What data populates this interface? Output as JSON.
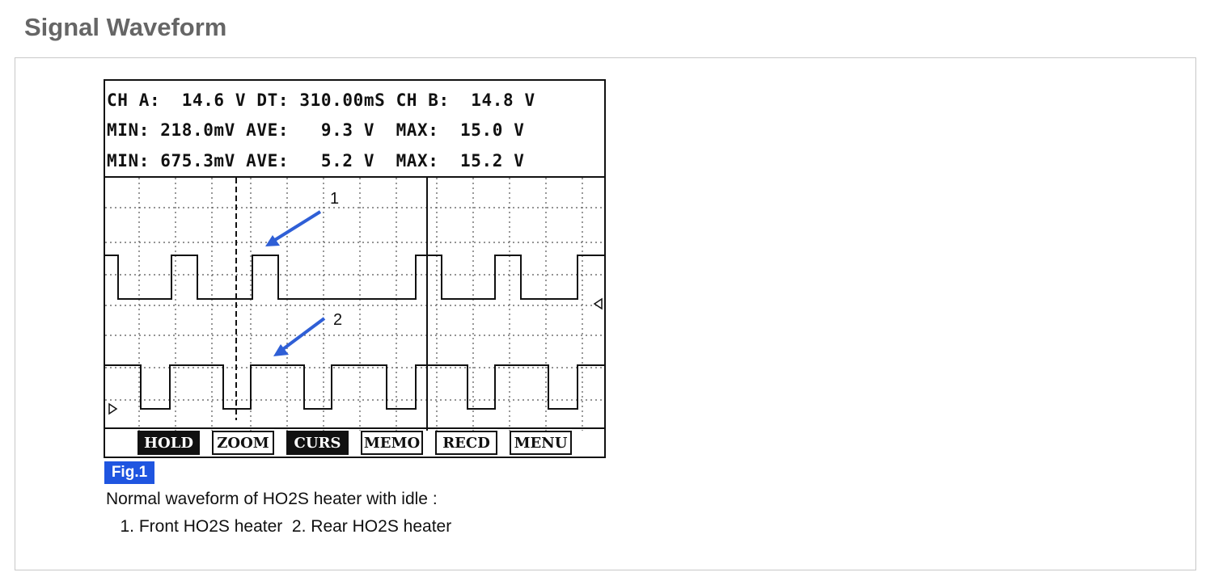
{
  "page": {
    "title": "Signal Waveform"
  },
  "scope": {
    "readout": {
      "line1": "CH A:  14.6 V DT: 310.00mS CH B:  14.8 V",
      "line2": "MIN: 218.0mV AVE:   9.3 V  MAX:  15.0 V",
      "line3": "MIN: 675.3mV AVE:   5.2 V  MAX:  15.2 V"
    },
    "annotations": {
      "arrow1": "1",
      "arrow2": "2"
    },
    "softkeys": {
      "hold": "HOLD",
      "zoom": "ZOOM",
      "curs": "CURS",
      "memo": "MEMO",
      "recd": "RECD",
      "menu": "MENU"
    },
    "colors": {
      "arrow": "#2f5fd6",
      "trace": "#111111",
      "grid": "#555555"
    }
  },
  "figure": {
    "label": "Fig.1",
    "caption_line1": "Normal waveform of HO2S heater with idle :",
    "caption_line2": "   1. Front HO2S heater  2. Rear HO2S heater"
  }
}
